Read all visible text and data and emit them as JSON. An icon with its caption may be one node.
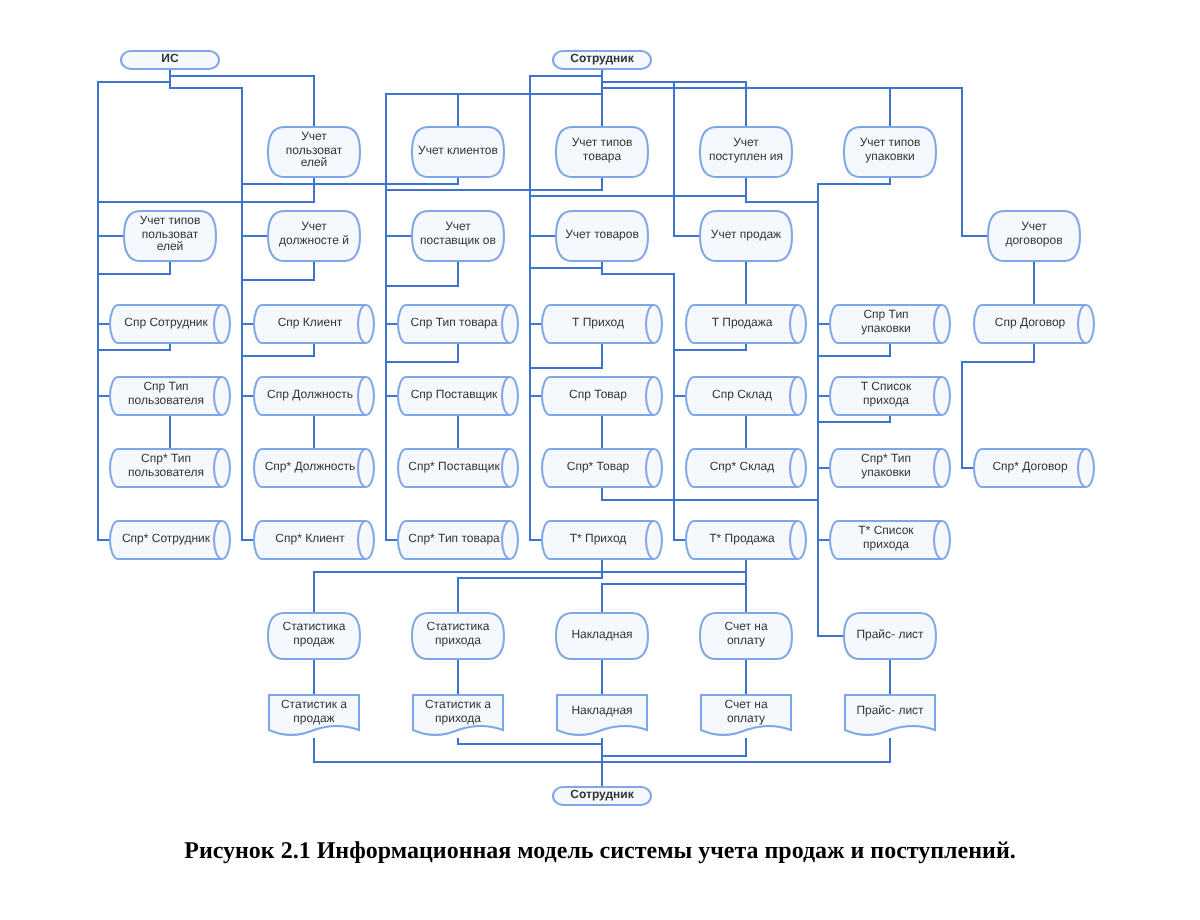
{
  "diagram": {
    "caption": "Рисунок 2.1 Информационная модель системы учета продаж и поступлений.",
    "nodes": [
      {
        "text": [
          "ИС"
        ]
      },
      {
        "text": [
          "Сотрудник"
        ]
      },
      {
        "text": [
          "Учет пользоват елей"
        ]
      },
      {
        "text": [
          "Учет клиентов"
        ]
      },
      {
        "text": [
          "Учет типов товара"
        ]
      },
      {
        "text": [
          "Учет поступлен ия"
        ]
      },
      {
        "text": [
          "Учет типов упаковки"
        ]
      },
      {
        "text": [
          "Учет типов пользоват елей"
        ]
      },
      {
        "text": [
          "Учет должносте й"
        ]
      },
      {
        "text": [
          "Учет поставщик ов"
        ]
      },
      {
        "text": [
          "Учет товаров"
        ]
      },
      {
        "text": [
          "Учет продаж"
        ]
      },
      {
        "text": [
          "Учет договоров"
        ]
      },
      {
        "text": [
          "Спр Сотрудник"
        ]
      },
      {
        "text": [
          "Спр Клиент"
        ]
      },
      {
        "text": [
          "Спр Тип товара"
        ]
      },
      {
        "text": [
          "Т Приход"
        ]
      },
      {
        "text": [
          "Т Продажа"
        ]
      },
      {
        "text": [
          "Спр Тип упаковки"
        ]
      },
      {
        "text": [
          "Спр Договор"
        ]
      },
      {
        "text": [
          "Спр Тип пользователя"
        ]
      },
      {
        "text": [
          "Спр Должность"
        ]
      },
      {
        "text": [
          "Спр Поставщик"
        ]
      },
      {
        "text": [
          "Спр Товар"
        ]
      },
      {
        "text": [
          "Спр Склад"
        ]
      },
      {
        "text": [
          "Т Список прихода"
        ]
      },
      {
        "text": [
          "Спр* Тип пользователя"
        ]
      },
      {
        "text": [
          "Спр* Должность"
        ]
      },
      {
        "text": [
          "Спр* Поставщик"
        ]
      },
      {
        "text": [
          "Спр* Товар"
        ]
      },
      {
        "text": [
          "Спр* Склад"
        ]
      },
      {
        "text": [
          "Спр* Тип упаковки"
        ]
      },
      {
        "text": [
          "Спр* Договор"
        ]
      },
      {
        "text": [
          "Спр* Сотрудник"
        ]
      },
      {
        "text": [
          "Спр* Клиент"
        ]
      },
      {
        "text": [
          "Спр* Тип товара"
        ]
      },
      {
        "text": [
          "Т* Приход"
        ]
      },
      {
        "text": [
          "Т* Продажа"
        ]
      },
      {
        "text": [
          "Т* Список прихода"
        ]
      },
      {
        "text": [
          "Статистика продаж"
        ]
      },
      {
        "text": [
          "Статистика прихода"
        ]
      },
      {
        "text": [
          "Накладная"
        ]
      },
      {
        "text": [
          "Счет на оплату"
        ]
      },
      {
        "text": [
          "Прайс- лист"
        ]
      },
      {
        "text": [
          "Статистик а продаж"
        ]
      },
      {
        "text": [
          "Статистик а прихода"
        ]
      },
      {
        "text": [
          "Накладная"
        ]
      },
      {
        "text": [
          "Счет на оплату"
        ]
      },
      {
        "text": [
          "Прайс- лист"
        ]
      },
      {
        "text": [
          "Сотрудник"
        ]
      }
    ],
    "edges": [
      {
        "from": 0,
        "to": 2,
        "arrow": "none"
      },
      {
        "from": 0,
        "to": 7,
        "arrow": "none"
      },
      {
        "from": 0,
        "to": 8,
        "arrow": "none"
      },
      {
        "from": 1,
        "to": 3,
        "arrow": "none"
      },
      {
        "from": 1,
        "to": 4,
        "arrow": "none"
      },
      {
        "from": 1,
        "to": 5,
        "arrow": "none"
      },
      {
        "from": 1,
        "to": 6,
        "arrow": "none"
      },
      {
        "from": 1,
        "to": 9,
        "arrow": "none"
      },
      {
        "from": 1,
        "to": 10,
        "arrow": "none"
      },
      {
        "from": 1,
        "to": 11,
        "arrow": "none"
      },
      {
        "from": 1,
        "to": 12,
        "arrow": "none"
      },
      {
        "from": 2,
        "to": 13,
        "arrow": "none"
      },
      {
        "from": 3,
        "to": 14,
        "arrow": "none"
      },
      {
        "from": 4,
        "to": 15,
        "arrow": "none"
      },
      {
        "from": 5,
        "to": 16,
        "arrow": "none"
      },
      {
        "from": 5,
        "to": 25,
        "arrow": "none"
      },
      {
        "from": 6,
        "to": 18,
        "arrow": "none"
      },
      {
        "from": 7,
        "to": 20,
        "arrow": "none"
      },
      {
        "from": 8,
        "to": 21,
        "arrow": "none"
      },
      {
        "from": 9,
        "to": 22,
        "arrow": "none"
      },
      {
        "from": 10,
        "to": 23,
        "arrow": "none"
      },
      {
        "from": 10,
        "to": 24,
        "arrow": "none"
      },
      {
        "from": 11,
        "to": 17,
        "arrow": "none"
      },
      {
        "from": 12,
        "to": 19,
        "arrow": "none"
      },
      {
        "from": 13,
        "to": 33,
        "arrow": "none"
      },
      {
        "from": 14,
        "to": 34,
        "arrow": "none"
      },
      {
        "from": 15,
        "to": 35,
        "arrow": "none"
      },
      {
        "from": 16,
        "to": 36,
        "arrow": "none"
      },
      {
        "from": 17,
        "to": 37,
        "arrow": "none"
      },
      {
        "from": 18,
        "to": 31,
        "arrow": "none"
      },
      {
        "from": 19,
        "to": 32,
        "arrow": "none"
      },
      {
        "from": 20,
        "to": 26,
        "arrow": "none"
      },
      {
        "from": 21,
        "to": 27,
        "arrow": "none"
      },
      {
        "from": 22,
        "to": 28,
        "arrow": "none"
      },
      {
        "from": 23,
        "to": 29,
        "arrow": "none"
      },
      {
        "from": 24,
        "to": 30,
        "arrow": "none"
      },
      {
        "from": 25,
        "to": 38,
        "arrow": "none"
      },
      {
        "from": 37,
        "to": 39,
        "arrow": "none"
      },
      {
        "from": 36,
        "to": 40,
        "arrow": "none"
      },
      {
        "from": 37,
        "to": 41,
        "arrow": "none"
      },
      {
        "from": 37,
        "to": 42,
        "arrow": "none"
      },
      {
        "from": 29,
        "to": 43,
        "arrow": "none"
      },
      {
        "from": 39,
        "to": 44,
        "arrow": "none"
      },
      {
        "from": 40,
        "to": 45,
        "arrow": "none"
      },
      {
        "from": 41,
        "to": 46,
        "arrow": "none"
      },
      {
        "from": 42,
        "to": 47,
        "arrow": "none"
      },
      {
        "from": 43,
        "to": 48,
        "arrow": "none"
      },
      {
        "from": 44,
        "to": 49,
        "arrow": "none"
      },
      {
        "from": 45,
        "to": 49,
        "arrow": "none"
      },
      {
        "from": 46,
        "to": 49,
        "arrow": "none"
      },
      {
        "from": 47,
        "to": 49,
        "arrow": "none"
      },
      {
        "from": 48,
        "to": 49,
        "arrow": "none"
      }
    ]
  }
}
